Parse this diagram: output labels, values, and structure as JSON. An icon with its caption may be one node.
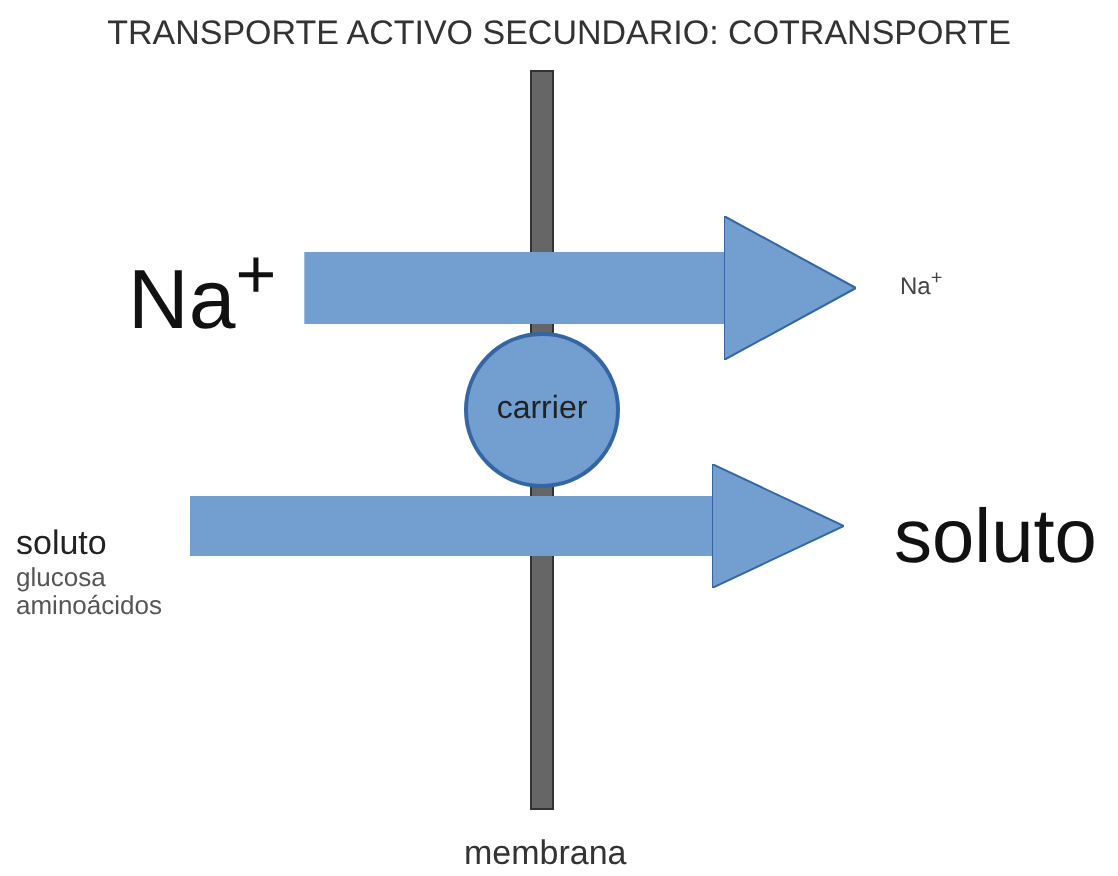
{
  "diagram": {
    "title": "TRANSPORTE ACTIVO SECUNDARIO: COTRANSPORTE",
    "nodes": [
      {
        "text": [
          "Na$^{+}$"
        ]
      },
      {
        "text": [
          "Na$^{+}$"
        ]
      },
      {
        "text": [
          "carrier"
        ]
      },
      {
        "text": [
          "soluto",
          "glucosa",
          "aminoácidos"
        ]
      },
      {
        "text": [
          "soluto"
        ]
      },
      {
        "text": [
          "membrana"
        ]
      }
    ],
    "edges": [
      {
        "from": 0,
        "to": 1,
        "arrow": "to"
      },
      {
        "from": 3,
        "to": 4,
        "arrow": "to"
      }
    ]
  }
}
